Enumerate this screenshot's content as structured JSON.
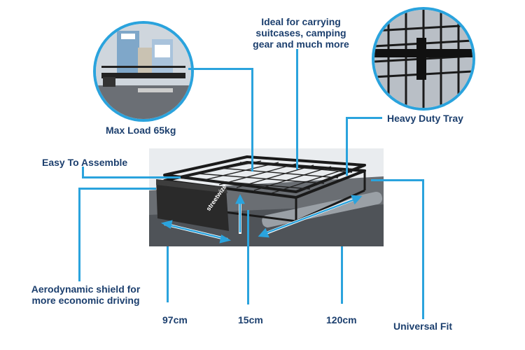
{
  "labels": {
    "ideal": [
      "Ideal for carrying",
      "suitcases, camping",
      "gear and much more"
    ],
    "max_load": "Max Load 65kg",
    "heavy_duty": "Heavy Duty Tray",
    "easy_assemble": "Easy To Assemble",
    "aero": [
      "Aerodynamic shield for",
      "more economic driving"
    ],
    "universal": "Universal Fit"
  },
  "dimensions": {
    "width": "97cm",
    "height": "15cm",
    "length": "120cm"
  },
  "brand_on_shield": "streetwize",
  "colors": {
    "accent": "#2aa3dd",
    "text": "#1c3f6e",
    "rack": "#1a1a1a"
  }
}
